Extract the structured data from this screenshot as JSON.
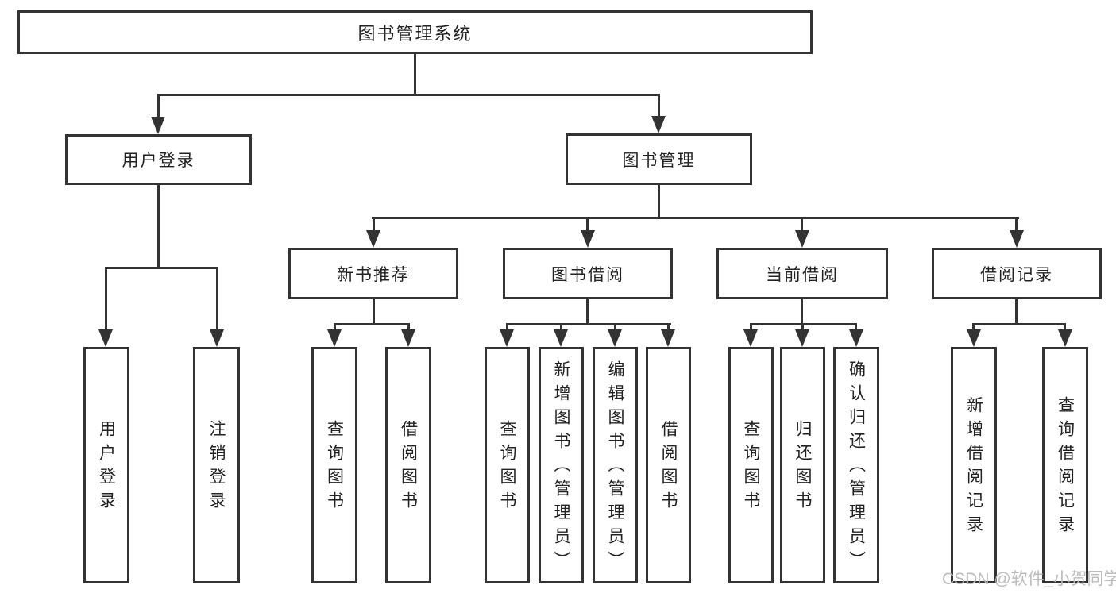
{
  "tree": {
    "label": "图书管理系统",
    "children": [
      {
        "label": "用户登录",
        "children": [
          {
            "label": "用户登录"
          },
          {
            "label": "注销登录"
          }
        ]
      },
      {
        "label": "图书管理",
        "children": [
          {
            "label": "新书推荐",
            "children": [
              {
                "label": "查询图书"
              },
              {
                "label": "借阅图书"
              }
            ]
          },
          {
            "label": "图书借阅",
            "children": [
              {
                "label": "查询图书"
              },
              {
                "label": "新增图书（管理员）"
              },
              {
                "label": "编辑图书（管理员）"
              },
              {
                "label": "借阅图书"
              }
            ]
          },
          {
            "label": "当前借阅",
            "children": [
              {
                "label": "查询图书"
              },
              {
                "label": "归还图书"
              },
              {
                "label": "确认归还（管理员）"
              }
            ]
          },
          {
            "label": "借阅记录",
            "children": [
              {
                "label": "新增借阅记录"
              },
              {
                "label": "查询借阅记录"
              }
            ]
          }
        ]
      }
    ]
  },
  "watermark": {
    "text": "CSDN @软件_小贺同学"
  },
  "colors": {
    "line": "#333333",
    "text": "#222222",
    "watermark": "#b9b9b9",
    "background": "#ffffff"
  }
}
